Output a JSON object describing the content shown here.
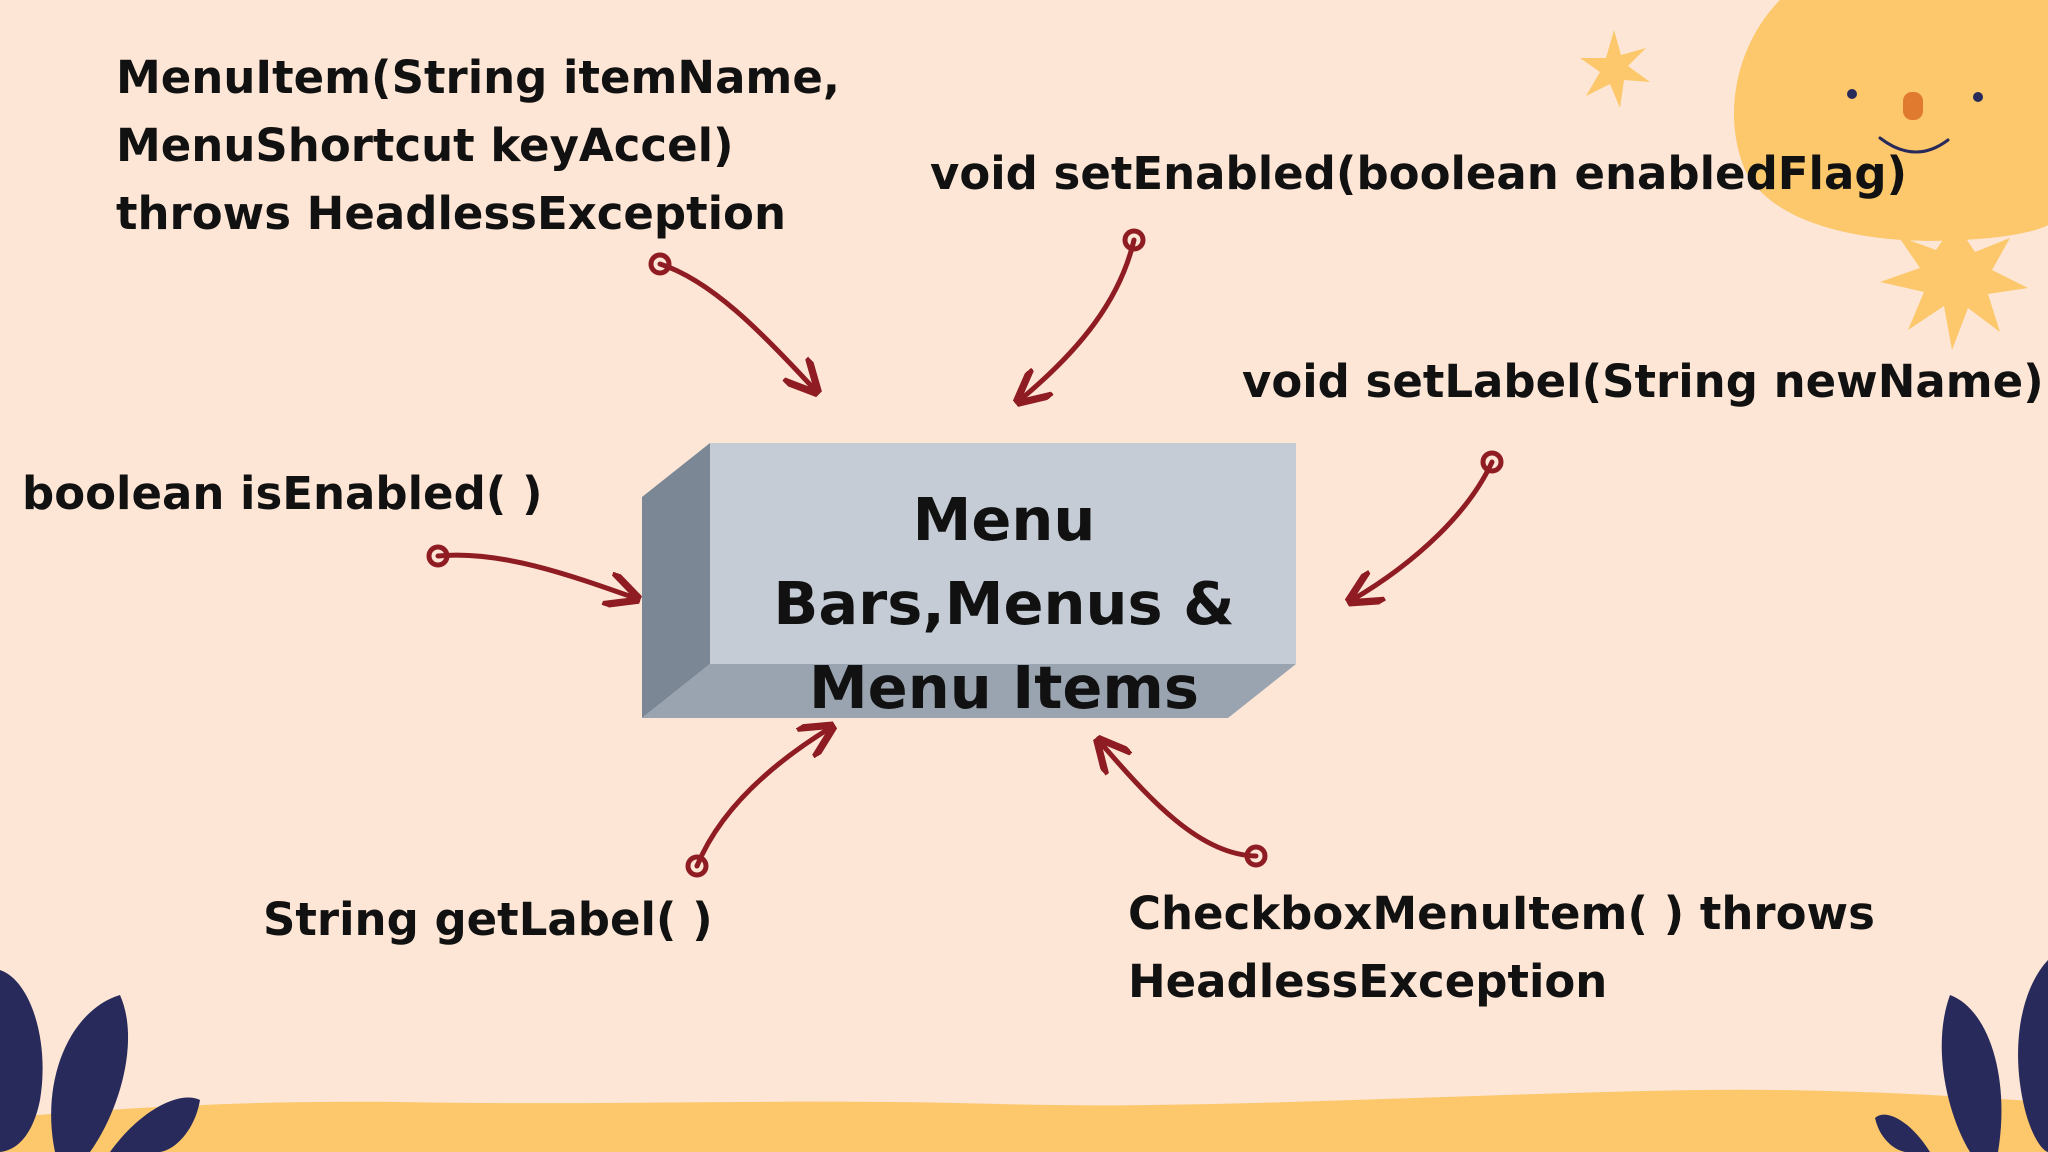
{
  "center": {
    "line1": "Menu Bars,Menus &",
    "line2": "Menu Items"
  },
  "labels": {
    "menuitem_ctor": [
      "MenuItem(String itemName,",
      "MenuShortcut keyAccel)",
      "throws HeadlessException"
    ],
    "set_enabled": "void setEnabled(boolean enabledFlag)",
    "set_label": "void setLabel(String newName)",
    "is_enabled": "boolean isEnabled( )",
    "get_label": "String getLabel( )",
    "checkbox_ctor": [
      "CheckboxMenuItem( ) throws",
      "HeadlessException"
    ]
  },
  "colors": {
    "background": "#fde6d6",
    "arrow": "#8e1c22",
    "box_front": "#c5ccd6",
    "box_side": "#7b8794",
    "box_bottom": "#9aa4b1",
    "sun": "#fcc86b",
    "leaf": "#272a5a"
  }
}
